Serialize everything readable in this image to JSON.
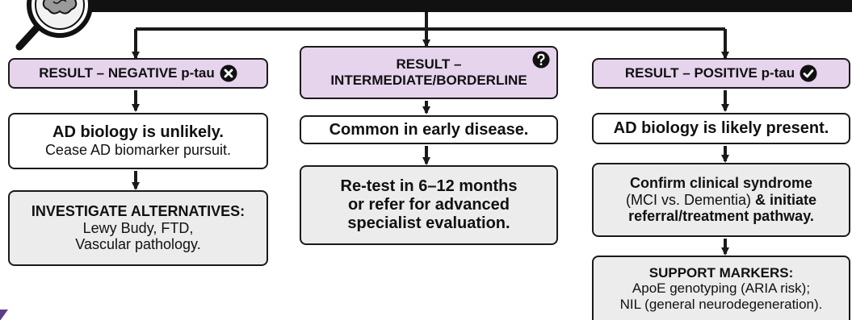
{
  "columns": {
    "negative": {
      "result_label": "RESULT – NEGATIVE p-tau",
      "result_icon": "x-circle-icon",
      "interpretation_line1": "AD biology is unlikely.",
      "interpretation_line2": "Cease AD biomarker pursuit.",
      "action_title": "INVESTIGATE ALTERNATIVES:",
      "action_line1": "Lewy Budy, FTD,",
      "action_line2": "Vascular pathology."
    },
    "intermediate": {
      "result_label_line1": "RESULT –",
      "result_label_line2": "INTERMEDIATE/BORDERLINE",
      "result_icon": "question-circle-icon",
      "interpretation": "Common in early disease.",
      "action_line1": "Re-test in 6–12 months",
      "action_line2": "or refer for advanced",
      "action_line3": "specialist evaluation."
    },
    "positive": {
      "result_label": "RESULT – POSITIVE p-tau",
      "result_icon": "check-circle-icon",
      "interpretation": "AD biology is likely present.",
      "action_line1": "Confirm clinical syndrome",
      "action_line2a": "(MCI vs. Dementia)",
      "action_line2b": " & initiate",
      "action_line3": "referral/treatment pathway.",
      "support_title": "SUPPORT MARKERS:",
      "support_line1": "ApoE genotyping (ARIA risk);",
      "support_line2": "NIL (general neurodegeneration)."
    }
  },
  "icons": {
    "logo": "brain-magnifier-icon"
  },
  "colors": {
    "result_fill": "#e6d4ec",
    "action_fill": "#ececec",
    "line": "#1a1a1a",
    "corner_accent": "#5b3f86"
  }
}
